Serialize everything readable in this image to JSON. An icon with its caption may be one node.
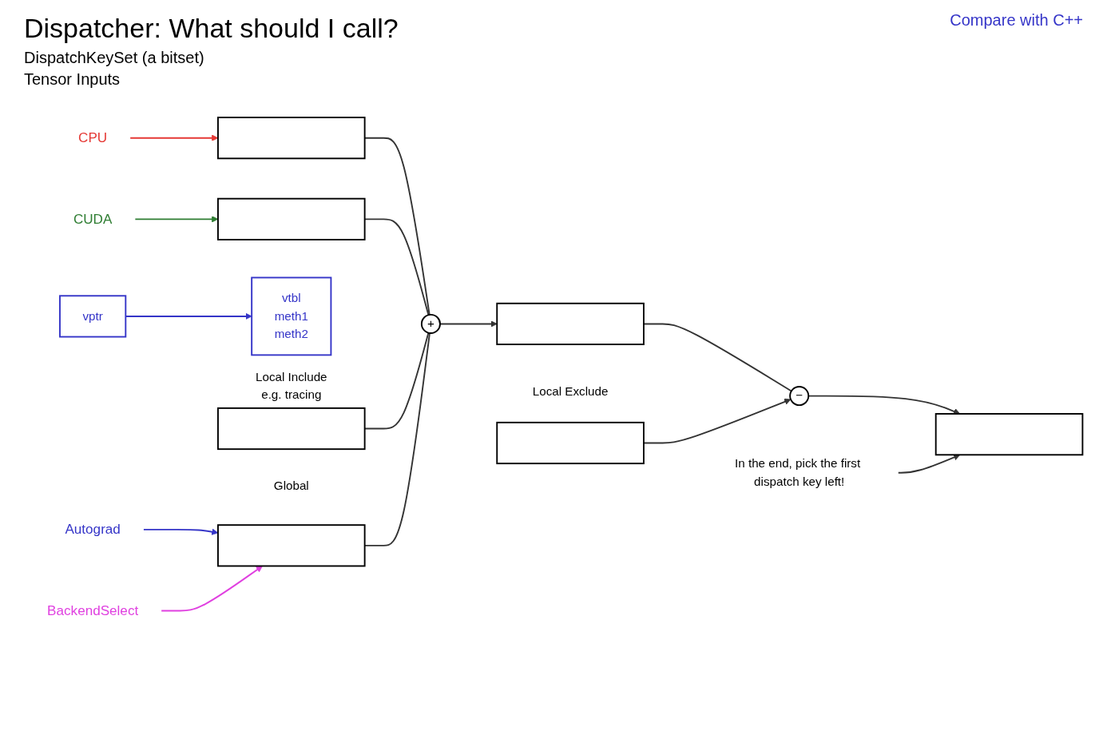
{
  "diagram": {
    "title": "Dispatcher: What should I call?",
    "nodes": [
      {
        "text": [],
        "shape": "bar"
      },
      {
        "text": [],
        "shape": "bar"
      },
      {
        "text": [],
        "shape": "bar",
        "beside": [
          "Local Include",
          "e.g. tracing"
        ]
      },
      {
        "text": [],
        "shape": "bar",
        "beside": [
          "Global"
        ]
      },
      {
        "text": [
          "+"
        ]
      },
      {
        "text": [],
        "shape": "bar"
      },
      {
        "text": [
          "−"
        ]
      },
      {
        "text": [],
        "shape": "bar",
        "beside": [
          "Local Exclude"
        ]
      },
      {
        "text": [],
        "shape": "bar"
      },
      {
        "text": [
          "CPU"
        ]
      },
      {
        "text": [
          "CUDA"
        ]
      },
      {
        "text": [
          "Autograd"
        ]
      },
      {
        "text": [
          "BackendSelect"
        ]
      },
      {
        "text": [
          "vptr"
        ]
      },
      {
        "text": [
          "vtbl",
          "meth1",
          "meth2"
        ]
      },
      {
        "text": [
          "In the end, pick the first dispatch key left!"
        ]
      }
    ],
    "edges": [
      {
        "from": 0,
        "to": 4,
        "arrow": "none"
      },
      {
        "from": 1,
        "to": 4,
        "arrow": "none"
      },
      {
        "from": 2,
        "to": 4,
        "arrow": "none"
      },
      {
        "from": 3,
        "to": 4,
        "arrow": "none"
      },
      {
        "from": 4,
        "to": 5,
        "arrow": "to"
      },
      {
        "from": 5,
        "to": 6,
        "arrow": "none"
      },
      {
        "from": 6,
        "to": 8,
        "arrow": "to"
      },
      {
        "from": 7,
        "to": 6,
        "arrow": "to"
      },
      {
        "from": 9,
        "to": 0,
        "arrow": "to",
        "color": "#e53935"
      },
      {
        "from": 10,
        "to": 1,
        "arrow": "to",
        "color": "#2e7d32"
      },
      {
        "from": 11,
        "to": 3,
        "arrow": "to",
        "color": "#3535c8"
      },
      {
        "from": 12,
        "to": 3,
        "arrow": "to",
        "color": "#e040e0"
      },
      {
        "from": 13,
        "to": 14,
        "arrow": "to",
        "color": "#3535c8"
      },
      {
        "from": 15,
        "to": 8,
        "arrow": "to"
      }
    ],
    "labels": [
      "Compare with C++",
      "DispatchKeySet (a bitset)",
      "Tensor Inputs"
    ]
  }
}
